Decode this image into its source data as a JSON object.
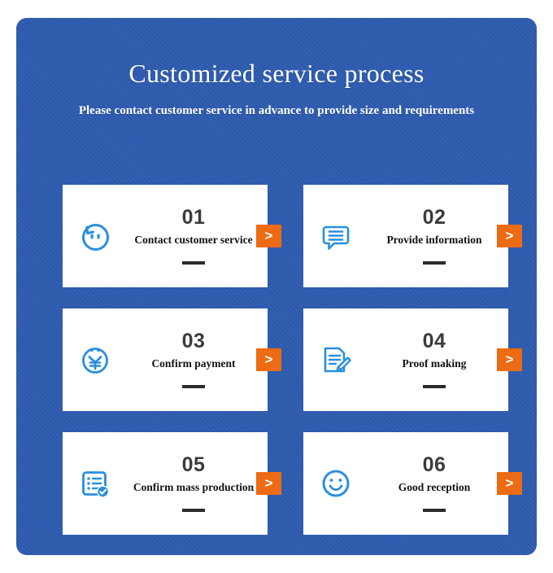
{
  "theme": {
    "panel_bg": "#2d5aad",
    "card_bg": "#ffffff",
    "accent_orange": "#ed6b12",
    "icon_blue": "#2a8fdd",
    "number_color": "#3b3b3b",
    "label_color": "#121212"
  },
  "header": {
    "title": "Customized service process",
    "subtitle": "Please contact customer service in advance to provide size and requirements"
  },
  "steps": [
    {
      "number": "01",
      "label": "Contact customer service",
      "icon": "customer-service-face-icon",
      "arrow_label": ">"
    },
    {
      "number": "02",
      "label": "Provide information",
      "icon": "speech-bubble-lines-icon",
      "arrow_label": ">"
    },
    {
      "number": "03",
      "label": "Confirm payment",
      "icon": "yen-coin-face-icon",
      "arrow_label": ">"
    },
    {
      "number": "04",
      "label": "Proof making",
      "icon": "document-pencil-icon",
      "arrow_label": ">"
    },
    {
      "number": "05",
      "label": "Confirm mass production",
      "icon": "checklist-check-badge-icon",
      "arrow_label": ">"
    },
    {
      "number": "06",
      "label": "Good reception",
      "icon": "smiley-face-icon",
      "arrow_label": ">"
    }
  ]
}
